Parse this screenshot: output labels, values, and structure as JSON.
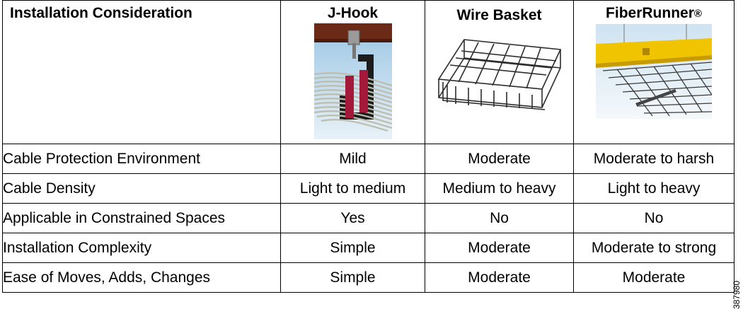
{
  "header": {
    "consideration": "Installation Consideration",
    "columns": [
      {
        "name": "J-Hook",
        "mark": ""
      },
      {
        "name": "Wire Basket",
        "mark": ""
      },
      {
        "name": "FiberRunner",
        "mark": "®"
      }
    ]
  },
  "rows": [
    {
      "label": "Cable Protection Environment",
      "values": [
        "Mild",
        "Moderate",
        "Moderate to harsh"
      ]
    },
    {
      "label": "Cable Density",
      "values": [
        "Light to medium",
        "Medium to heavy",
        "Light to heavy"
      ]
    },
    {
      "label": "Applicable in Constrained Spaces",
      "values": [
        "Yes",
        "No",
        "No"
      ]
    },
    {
      "label": "Installation Complexity",
      "values": [
        "Simple",
        "Moderate",
        "Moderate to strong"
      ]
    },
    {
      "label": "Ease of Moves, Adds, Changes",
      "values": [
        "Simple",
        "Moderate",
        "Moderate"
      ]
    }
  ],
  "figure_id": "387980",
  "colors": {
    "border": "#000000",
    "beam": "#6b2a16",
    "cable": "#d6d6c8",
    "tray": "#f0c400",
    "wire": "#2c2c2c"
  }
}
